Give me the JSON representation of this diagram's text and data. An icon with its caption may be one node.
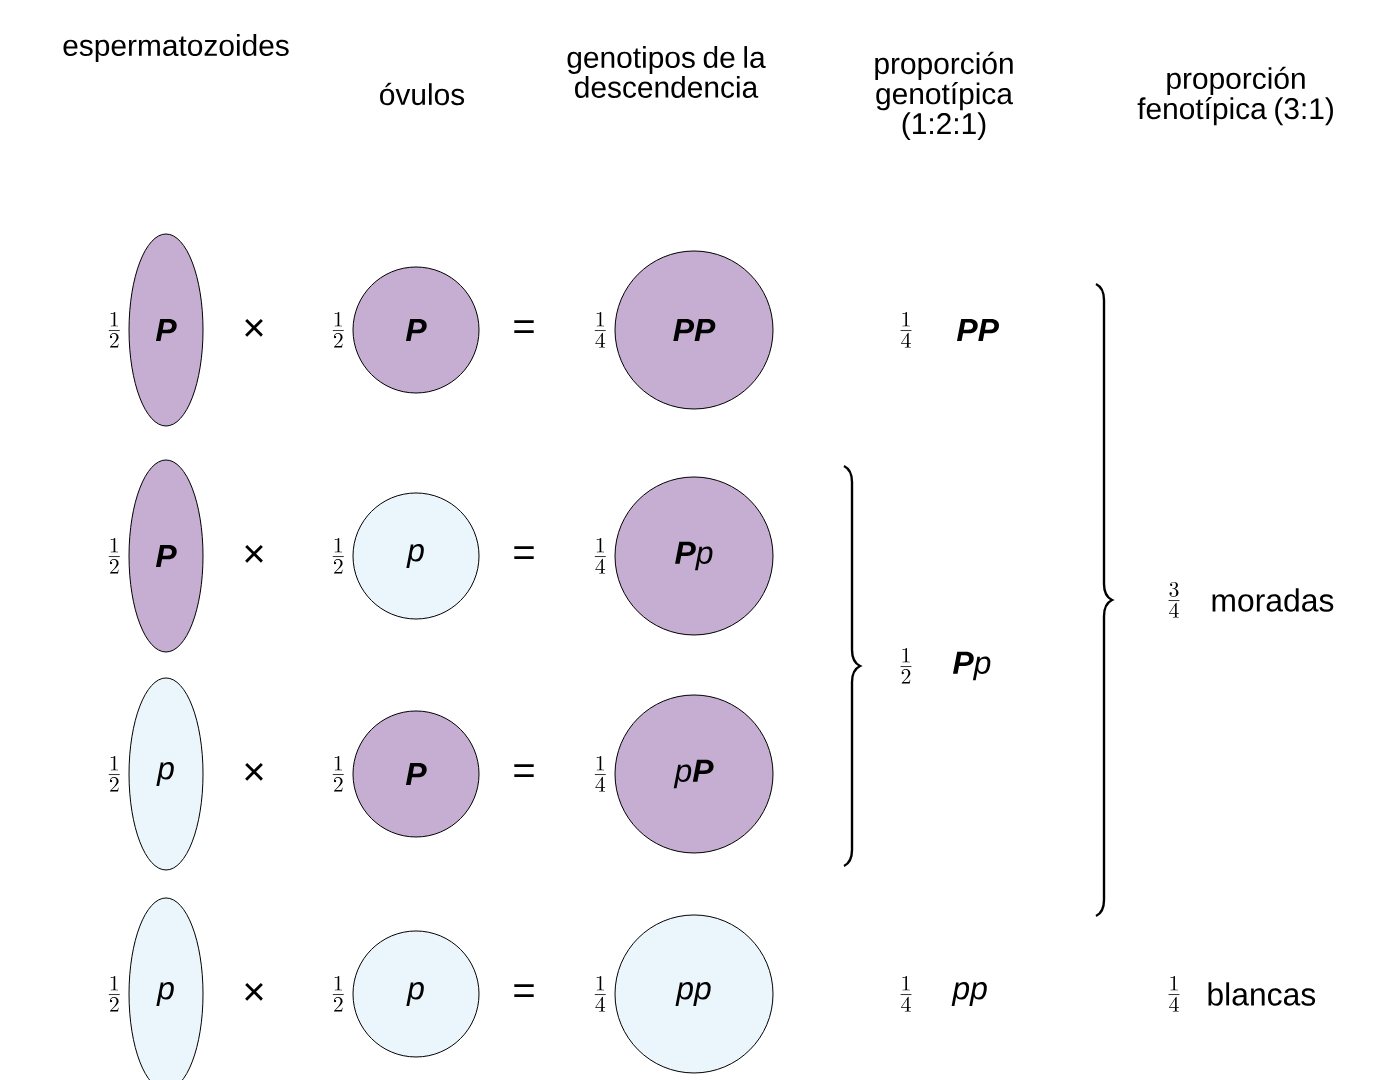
{
  "diagram": {
    "nodes": [
      {
        "text": [
          "P"
        ],
        "beside": [
          "\\frac{1}{2}"
        ]
      },
      {
        "text": [
          "P"
        ],
        "beside": [
          "\\frac{1}{2}"
        ]
      },
      {
        "text": [
          "PP"
        ],
        "beside": [
          "\\frac{1}{4}"
        ]
      },
      {
        "text": [
          "P"
        ],
        "beside": [
          "\\frac{1}{2}"
        ]
      },
      {
        "text": [
          "p"
        ],
        "beside": [
          "\\frac{1}{2}"
        ]
      },
      {
        "text": [
          "**P**p"
        ],
        "beside": [
          "\\frac{1}{4}"
        ]
      },
      {
        "text": [
          "p"
        ],
        "beside": [
          "\\frac{1}{2}"
        ]
      },
      {
        "text": [
          "P"
        ],
        "beside": [
          "\\frac{1}{2}"
        ]
      },
      {
        "text": [
          "p**P**"
        ],
        "beside": [
          "\\frac{1}{4}"
        ]
      },
      {
        "text": [
          "p"
        ],
        "beside": [
          "\\frac{1}{2}"
        ]
      },
      {
        "text": [
          "p"
        ],
        "beside": [
          "\\frac{1}{2}"
        ]
      },
      {
        "text": [
          "pp"
        ],
        "beside": [
          "\\frac{1}{4}"
        ]
      }
    ],
    "labels": [
      "espermatozoides",
      "óvulos",
      "genotipos de la descendencia",
      "proporción genotípica (1:2:1)",
      "proporción fenotípica (3:1)",
      "×",
      "=",
      "\\frac{1}{4}",
      "PP",
      "×",
      "=",
      "\\frac{1}{2}",
      "**P**p",
      "\\frac{3}{4}",
      "moradas",
      "×",
      "=",
      "×",
      "=",
      "\\frac{1}{4}",
      "pp",
      "\\frac{1}{4}",
      "blancas"
    ]
  }
}
